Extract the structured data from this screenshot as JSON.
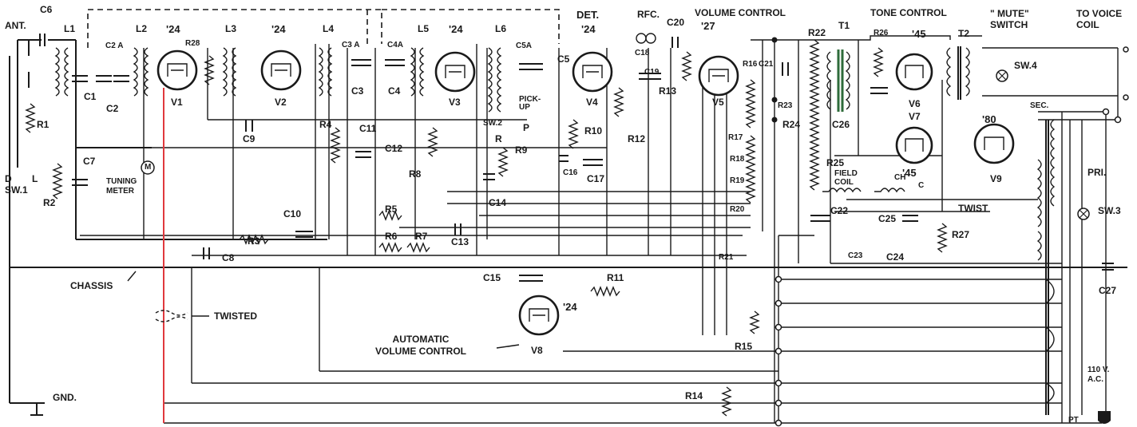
{
  "colors": {
    "ink": "#1a1a1a",
    "filament_wire": "#e0393e",
    "paper": "#ffffff"
  },
  "title_labels": {
    "ant": "ANT.",
    "c6": "C6",
    "l1": "L1",
    "l2": "L2",
    "t24a": "'24",
    "l3": "L3",
    "t24b": "'24",
    "l4": "L4",
    "l5": "L5",
    "t24c": "'24",
    "l6": "L6",
    "det": "DET.",
    "det24": "'24",
    "rfc": "RFC.",
    "c20": "C20",
    "volume_control": "VOLUME CONTROL",
    "t27": "'27",
    "r22": "R22",
    "t1": "T1",
    "tone_control": "TONE CONTROL",
    "t45": "'45",
    "t2": "T2",
    "mute_switch": "\" MUTE\"\nSWITCH",
    "to_voice_coil": "TO VOICE\nCOIL"
  },
  "components": {
    "c2a": "C2 A",
    "r28": "R28",
    "c3a": "C3 A",
    "c4a": "C4A",
    "c5a": "C5A",
    "c5": "C5",
    "c18": "C18",
    "c19": "C19",
    "r13": "R13",
    "r26": "R26",
    "c21": "C21",
    "r16": "R16",
    "r23": "R23",
    "sw4": "SW.4",
    "c1": "C1",
    "c2": "C2",
    "v1": "V1",
    "v2": "V2",
    "c3": "C3",
    "c4": "C4",
    "v3": "V3",
    "v4": "V4",
    "v5": "V5",
    "v6": "V6",
    "v7": "V7",
    "sec": "SEC.",
    "r1": "R1",
    "c9": "C9",
    "r4": "R4",
    "c11": "C11",
    "c12": "C12",
    "sw2": "SW.2",
    "pickup": "PICK-\nUP",
    "p": "P",
    "r": "R",
    "r9": "R9",
    "r10": "R10",
    "r12": "R12",
    "c26": "C26",
    "r17": "R17",
    "r24": "R24",
    "t80": "'80",
    "c7": "C7",
    "tuning_meter": "TUNING\nMETER",
    "m": "M",
    "r8": "R8",
    "c16": "C16",
    "c17": "C17",
    "r18": "R18",
    "r19": "R19",
    "r25": "R25",
    "field_coil": "FIELD\nCOIL",
    "ch": "CH",
    "t45b": "'45",
    "v9": "V9",
    "pri": "PRI.",
    "d": "D",
    "l": "L",
    "sw1": "SW.1",
    "c14": "C14",
    "r2": "R2",
    "c10": "C10",
    "r5": "R5",
    "r20": "R20",
    "c22": "C22",
    "c25": "C25",
    "c_label": "C",
    "twist": "TWIST",
    "sw3": "SW.3",
    "r6": "R6",
    "r7": "R7",
    "c13": "C13",
    "r3": "R3",
    "c8": "C8",
    "r27": "R27",
    "c23": "C23",
    "c24": "C24",
    "r21": "R21",
    "chassis": "CHASSIS",
    "c15": "C15",
    "r11": "R11",
    "t24d": "'24",
    "c27": "C27",
    "twisted": "TWISTED",
    "automatic_volume_control": "AUTOMATIC\nVOLUME CONTROL",
    "v8": "V8",
    "r15": "R15",
    "v110": "110 V.\nA.C.",
    "gnd": "GND.",
    "r14": "R14",
    "pt": "PT"
  }
}
